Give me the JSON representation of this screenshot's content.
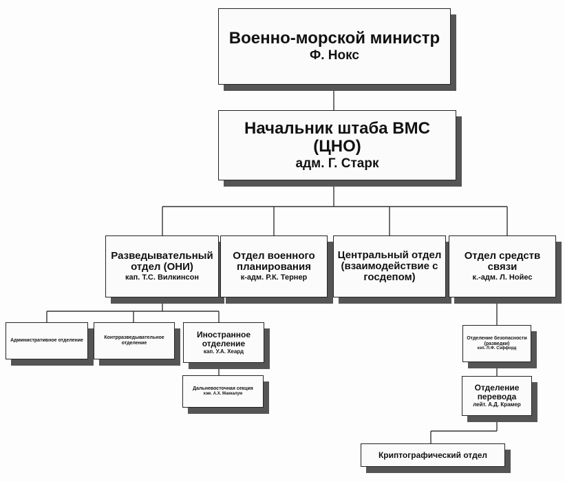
{
  "nodes": {
    "minister": {
      "title": "Военно-морской министр",
      "head": "Ф. Нокс"
    },
    "cno": {
      "title": "Начальник штаба ВМС (ЦНО)",
      "head": "адм. Г. Старк"
    },
    "oni": {
      "title": "Разведывательный отдел (ОНИ)",
      "head": "кап. Т.С. Вилкинсон"
    },
    "war_plans": {
      "title": "Отдел военного планирования",
      "head": "к-адм. Р.К. Тернер"
    },
    "central": {
      "title": "Центральный отдел (взаимодействие с госдепом)",
      "head": ""
    },
    "communications": {
      "title": "Отдел средств связи",
      "head": "к.-адм. Л. Нойес"
    },
    "admin": {
      "title": "Административное отделение",
      "head": ""
    },
    "counterintel": {
      "title": "Контрразведывательное отделение",
      "head": ""
    },
    "foreign": {
      "title": "Иностранное отделение",
      "head": "кап. У.А. Хеард"
    },
    "far_east": {
      "title": "Дальневосточная секция",
      "head": "кэм. А.Х. Маккалум"
    },
    "security": {
      "title": "Отделение безопасности (разведки)",
      "head": "кэп. Л.Ф. Сэффорд"
    },
    "translation": {
      "title": "Отделение перевода",
      "head": "лейт. А.Д. Крамер"
    },
    "crypto": {
      "title": "Криптографический отдел",
      "head": ""
    }
  }
}
